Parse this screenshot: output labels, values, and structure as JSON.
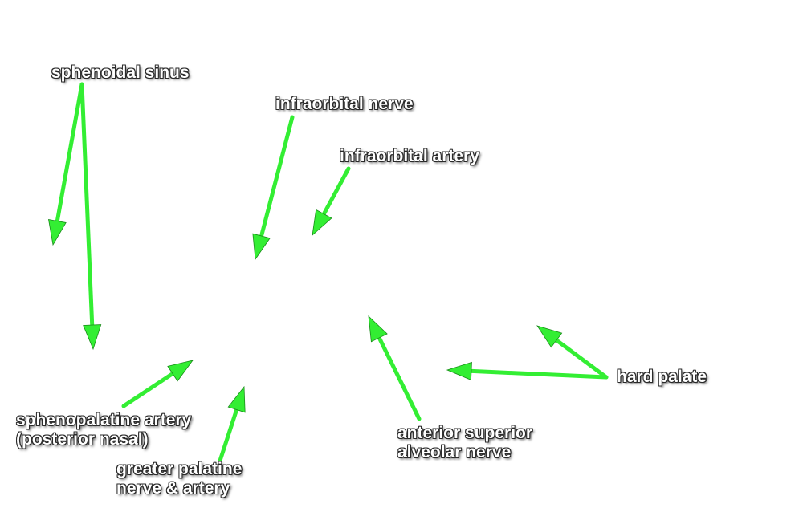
{
  "colors": {
    "arrow": "#33ee33",
    "arrow_outline": "#1a8c1a",
    "label_text": "#ffffff",
    "label_outline": "#2a2a2a"
  },
  "labels": {
    "sphenoidal_sinus": "sphenoidal sinus",
    "infraorbital_nerve": "infraorbital nerve",
    "infraorbital_artery": "infraorbital artery",
    "hard_palate": "hard palate",
    "sphenopalatine_artery": {
      "line1": "sphenopalatine artery",
      "line2": "(posterior nasal)"
    },
    "greater_palatine": {
      "line1": "greater palatine",
      "line2": "nerve & artery"
    },
    "anterior_superior_alveolar": {
      "line1": "anterior superior",
      "line2": "alveolar nerve"
    }
  }
}
